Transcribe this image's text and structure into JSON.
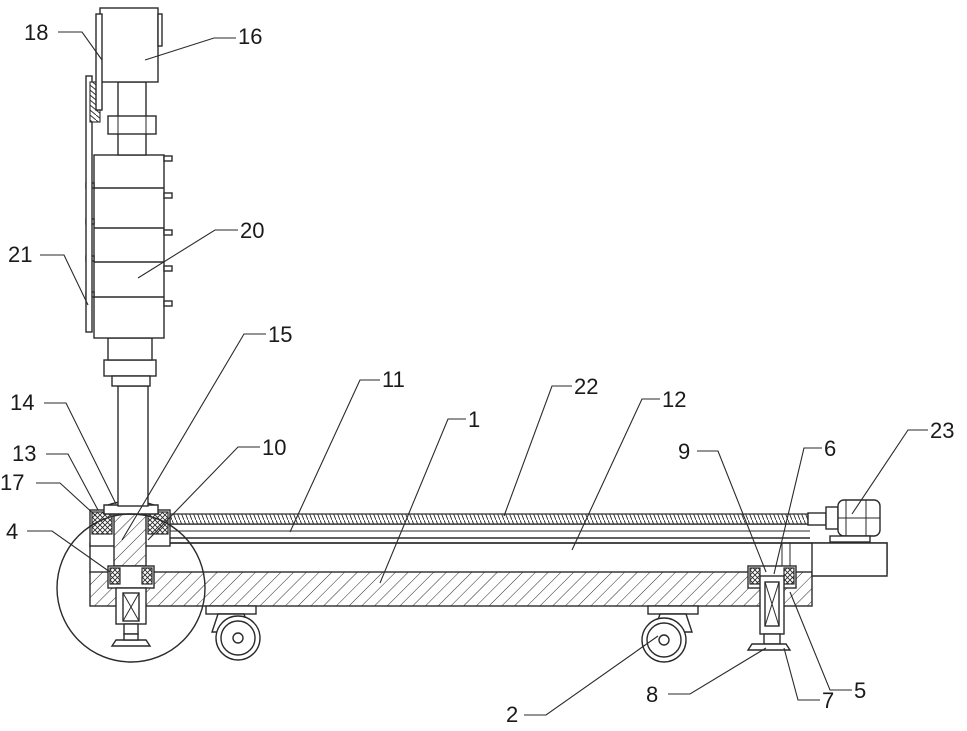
{
  "figure": {
    "callouts": [
      {
        "id": "c1",
        "label": "1"
      },
      {
        "id": "c2",
        "label": "2"
      },
      {
        "id": "c4",
        "label": "4"
      },
      {
        "id": "c5",
        "label": "5"
      },
      {
        "id": "c6",
        "label": "6"
      },
      {
        "id": "c7",
        "label": "7"
      },
      {
        "id": "c8",
        "label": "8"
      },
      {
        "id": "c9",
        "label": "9"
      },
      {
        "id": "c10",
        "label": "10"
      },
      {
        "id": "c11",
        "label": "11"
      },
      {
        "id": "c12",
        "label": "12"
      },
      {
        "id": "c13",
        "label": "13"
      },
      {
        "id": "c14",
        "label": "14"
      },
      {
        "id": "c15",
        "label": "15"
      },
      {
        "id": "c16",
        "label": "16"
      },
      {
        "id": "c17",
        "label": "17"
      },
      {
        "id": "c18",
        "label": "18"
      },
      {
        "id": "c20",
        "label": "20"
      },
      {
        "id": "c21",
        "label": "21"
      },
      {
        "id": "c22",
        "label": "22"
      },
      {
        "id": "c23",
        "label": "23"
      }
    ]
  }
}
